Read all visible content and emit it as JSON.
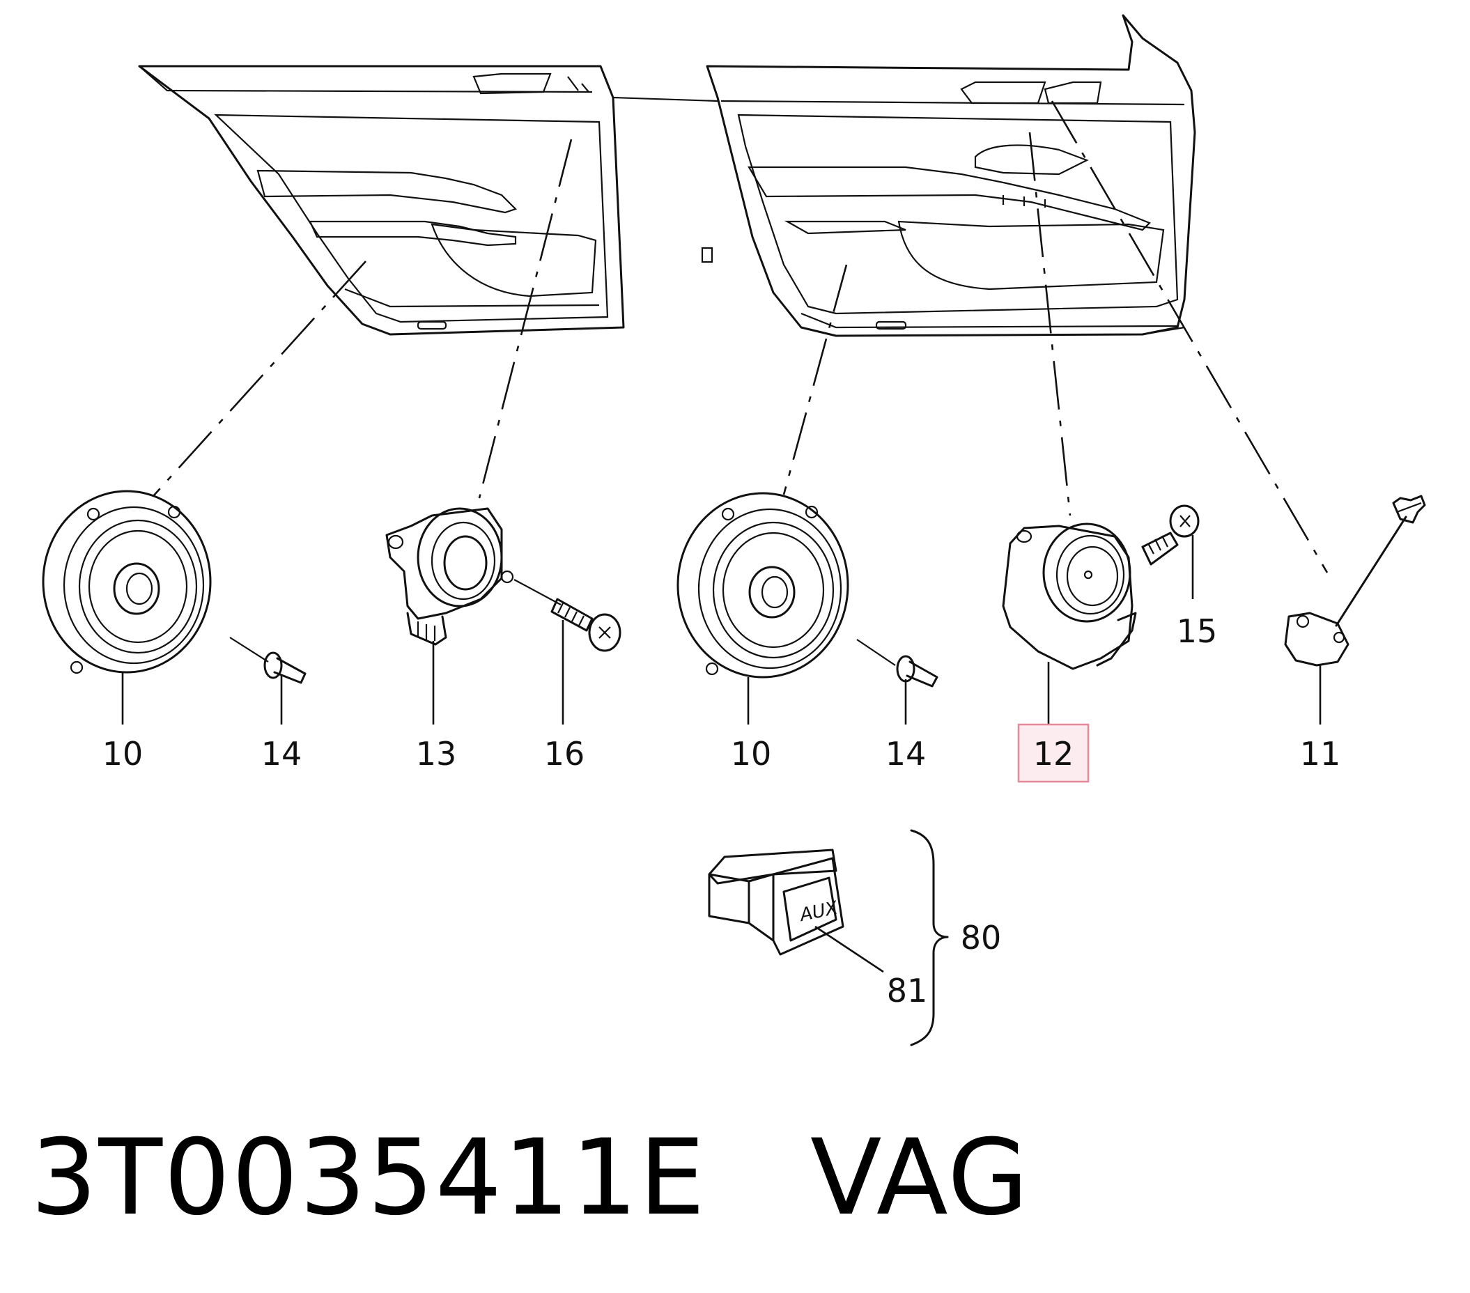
{
  "callouts": {
    "c10_left": "10",
    "c14_left": "14",
    "c13": "13",
    "c16": "16",
    "c10_right": "10",
    "c14_right": "14",
    "c12": "12",
    "c15": "15",
    "c11": "11",
    "c80": "80",
    "c81": "81"
  },
  "aux_label": "AUX",
  "highlighted_callout": "12",
  "highlight_color": "#e58a9a",
  "footer": {
    "part_number": "3T0035411E",
    "brand": "VAG"
  }
}
